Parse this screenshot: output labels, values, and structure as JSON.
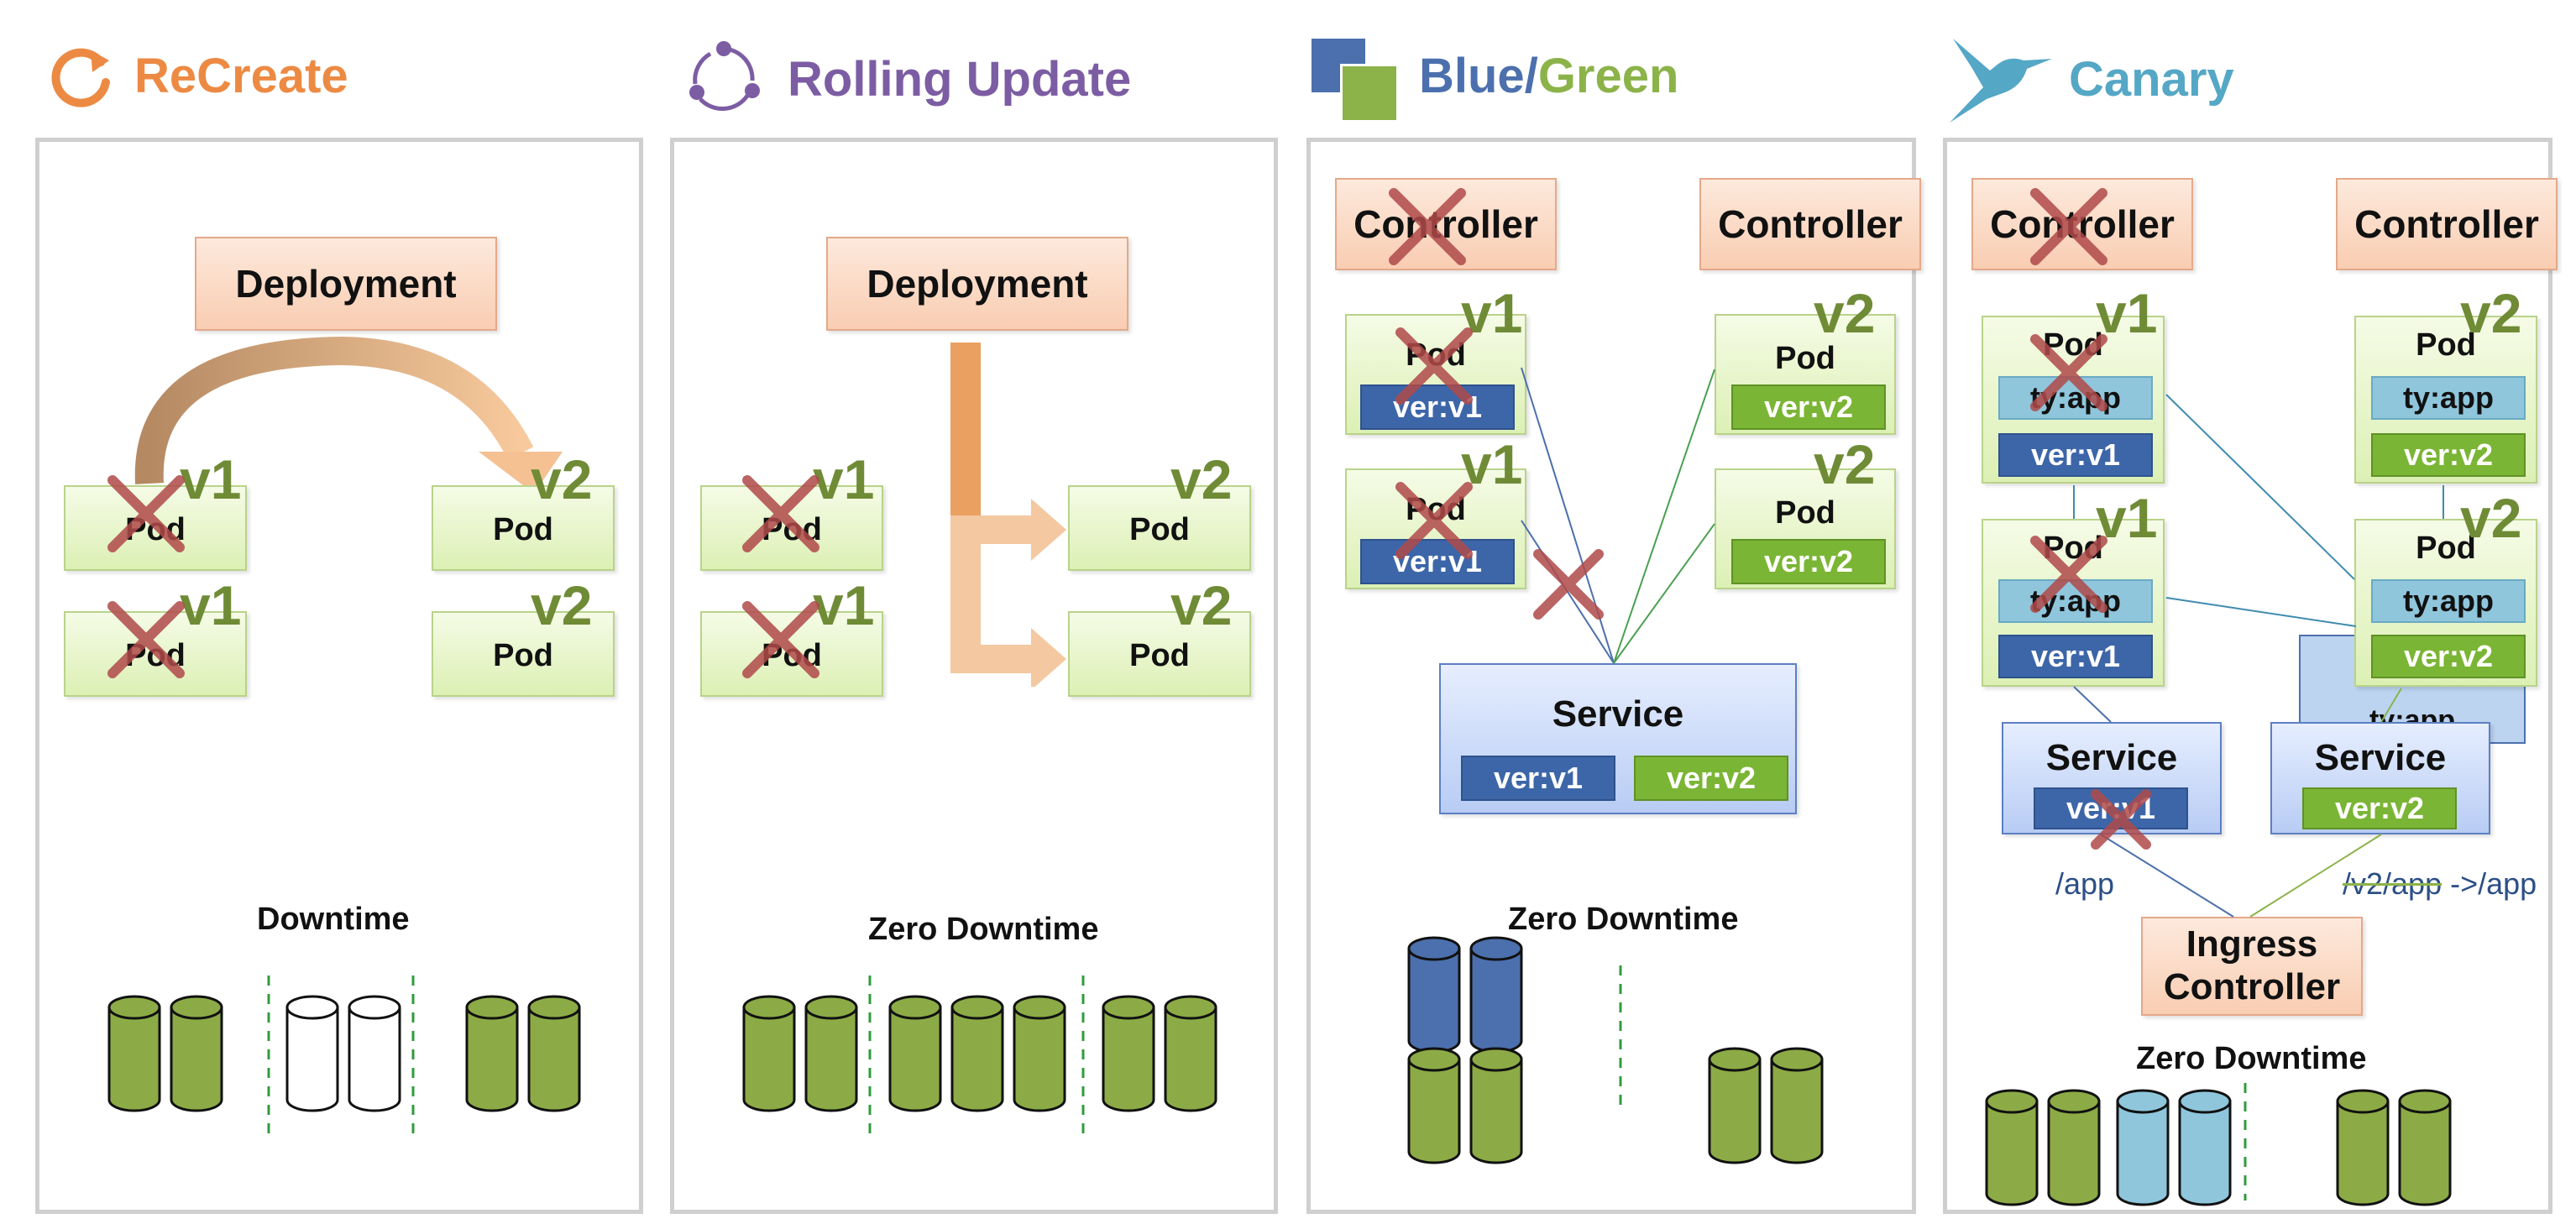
{
  "titles": {
    "recreate": "ReCreate",
    "rolling": "Rolling Update",
    "bluegreen_blue": "Blue",
    "bluegreen_slash": "/",
    "bluegreen_green": "Green",
    "canary": "Canary"
  },
  "colors": {
    "recreate": "#ec8a44",
    "rolling": "#7c5da3",
    "blue": "#4c70ad",
    "green": "#8cb34a",
    "canary": "#55a7c6",
    "cross": "#b04a4a"
  },
  "recreate": {
    "deployment": "Deployment",
    "pod": "Pod",
    "v1": "v1",
    "v2": "v2",
    "caption": "Downtime"
  },
  "rolling": {
    "deployment": "Deployment",
    "pod": "Pod",
    "v1": "v1",
    "v2": "v2",
    "caption": "Zero Downtime"
  },
  "bluegreen": {
    "controller": "Controller",
    "pod": "Pod",
    "v1": "v1",
    "v2": "v2",
    "ver_v1": "ver:v1",
    "ver_v2": "ver:v2",
    "service": "Service",
    "caption": "Zero Downtime"
  },
  "canary": {
    "controller": "Controller",
    "pod": "Pod",
    "v1": "v1",
    "v2": "v2",
    "ty_app": "ty:app",
    "ver_v1": "ver:v1",
    "ver_v2": "ver:v2",
    "service": "Service",
    "route_app": "/app",
    "route_v2_prefix": "/v2/app",
    "route_v2_suffix": " ->/app",
    "ingress": "Ingress Controller",
    "caption": "Zero Downtime"
  }
}
